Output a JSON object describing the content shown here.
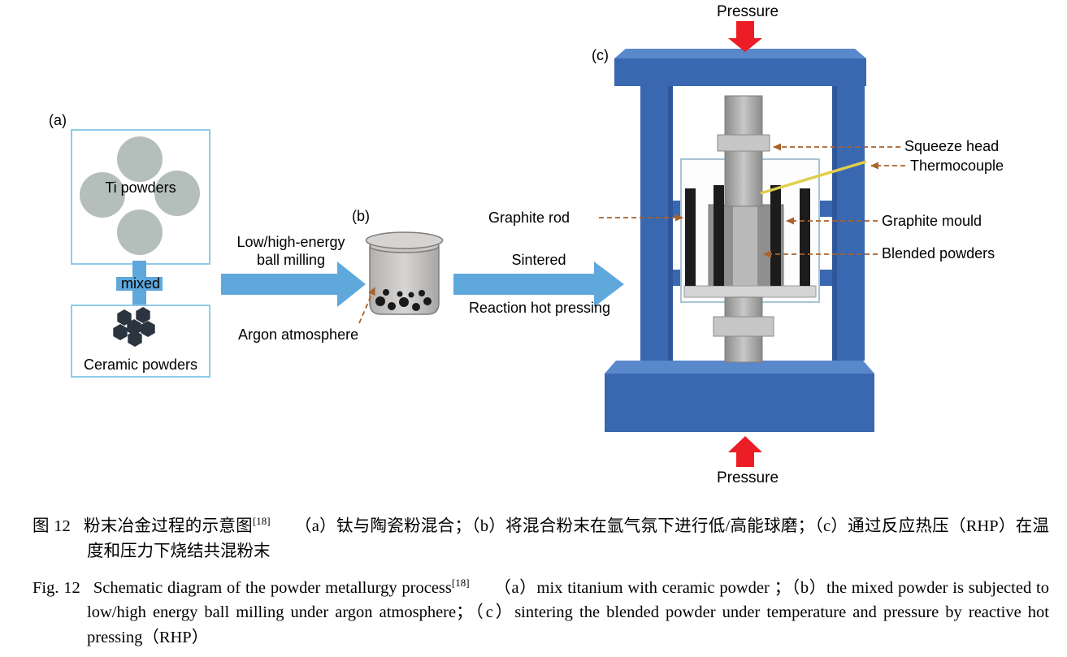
{
  "figure": {
    "panel_a": {
      "tag": "(a)",
      "ti_powders": "Ti powders",
      "mixed": "mixed",
      "ceramic_powders": "Ceramic powders"
    },
    "ball_milling_arrow": {
      "line1": "Low/high-energy",
      "line2": "ball milling"
    },
    "panel_b": {
      "tag": "(b)",
      "argon": "Argon atmosphere"
    },
    "sinter_arrow": {
      "top": "Sintered",
      "bottom": "Reaction hot pressing"
    },
    "panel_c": {
      "tag": "(c)",
      "pressure_top": "Pressure",
      "pressure_bottom": "Pressure",
      "squeeze_head": "Squeeze head",
      "thermocouple": "Thermocouple",
      "graphite_rod": "Graphite rod",
      "graphite_mould": "Graphite mould",
      "blended_powders": "Blended powders"
    }
  },
  "captions": {
    "zh": {
      "label": "图 12",
      "title": "粉末冶金过程的示意图",
      "ref": "[18]",
      "body": "（a）钛与陶瓷粉混合；（b）将混合粉末在氩气氛下进行低/高能球磨；（c）通过反应热压（RHP）在温度和压力下烧结共混粉末"
    },
    "en": {
      "label": "Fig. 12",
      "title": "Schematic diagram of the powder metallurgy process",
      "ref": "[18]",
      "body": "（a）mix titanium with ceramic powder ；（b）the mixed powder is subjected to low/high energy ball milling under argon atmosphere；（c）sintering the blended powder under temperature and pressure by reactive hot pressing（RHP）"
    }
  },
  "colors": {
    "process_arrow_blue": "#5FA8DC",
    "press_frame_blue": "#3A68B0",
    "press_frame_light": "#5988CB",
    "pressure_red": "#EC1D24",
    "annotation_brown": "#A9622B",
    "thermocouple_yellow": "#E3CE4B",
    "ti_powder_gray": "#B4BFBC",
    "ceramic_dark": "#2B3540",
    "box_border_blue": "#8FCBE8"
  }
}
